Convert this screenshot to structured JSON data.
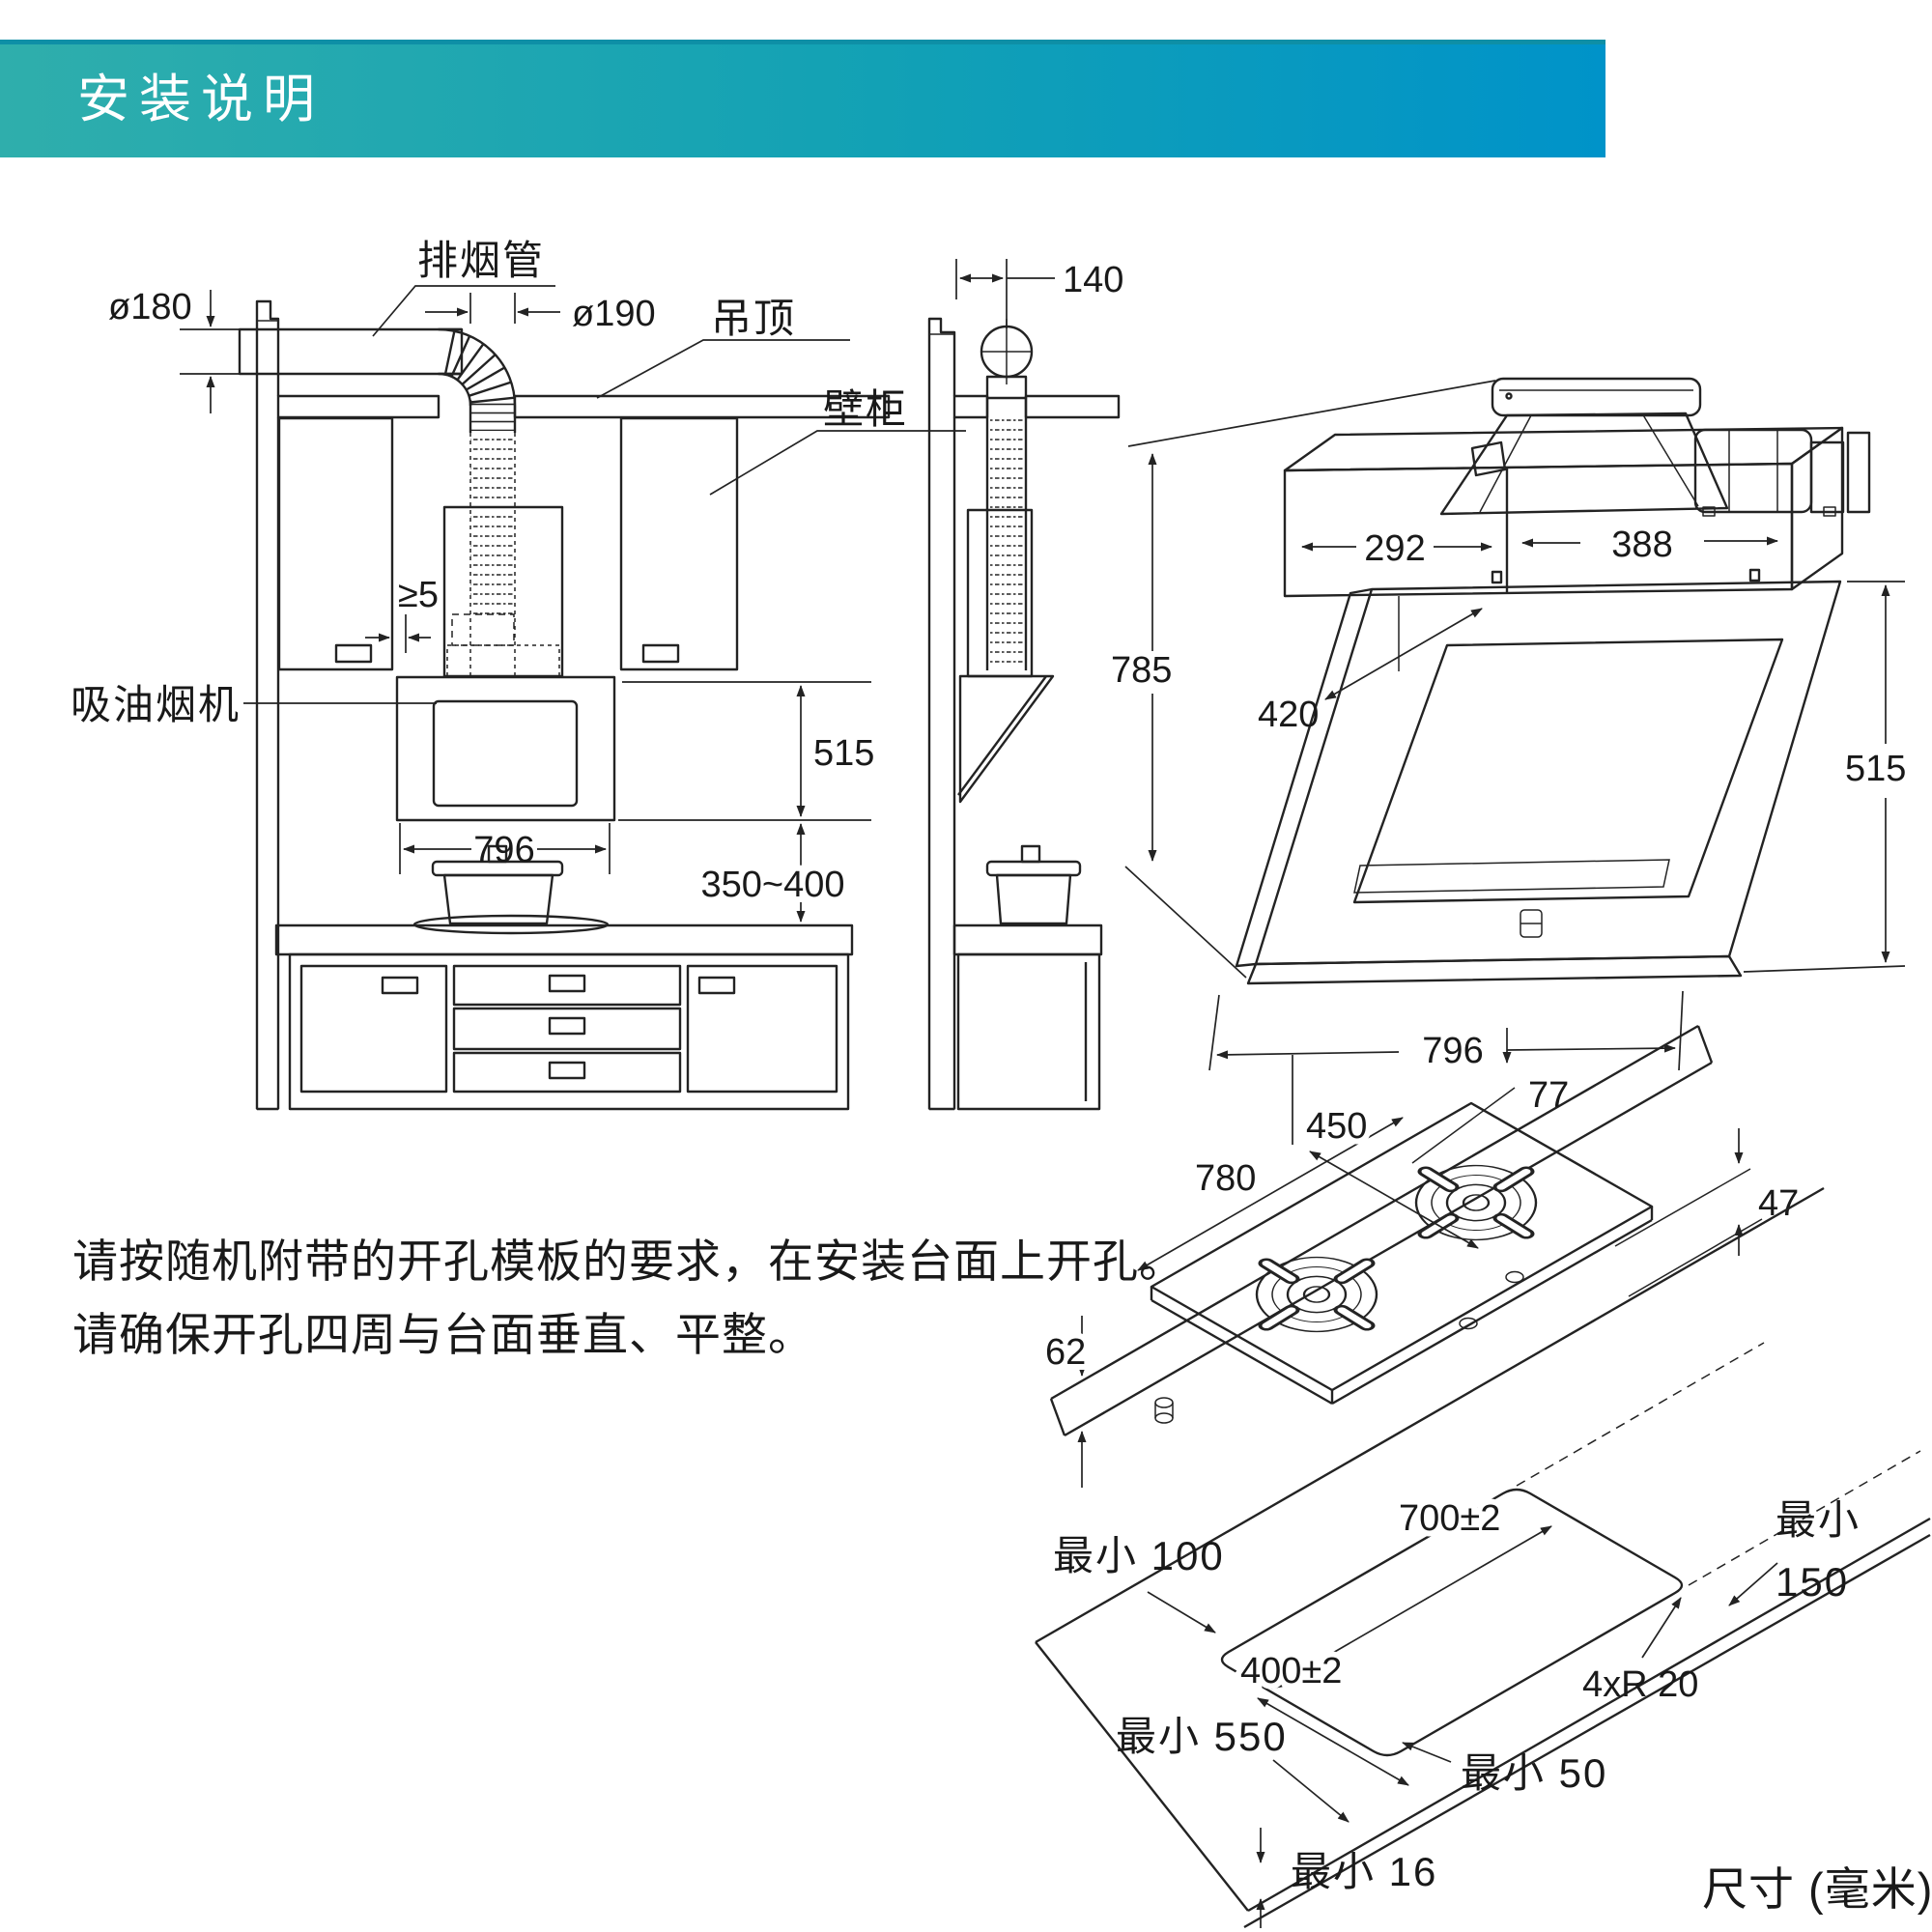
{
  "header": {
    "title": "安装说明"
  },
  "front_view": {
    "exhaust_pipe_label": "排烟管",
    "ceiling_label": "吊顶",
    "wall_cabinet_label": "壁柜",
    "range_hood_label": "吸油烟机",
    "dim_duct_horizontal": "ø180",
    "dim_duct_vertical": "ø190",
    "dim_gap": "≥5",
    "dim_hood_height": "515",
    "dim_hood_width": "796",
    "dim_hood_to_hob": "350~400"
  },
  "side_view": {
    "dim_wall_to_duct_center": "140"
  },
  "hood_3d": {
    "dim_left_section": "292",
    "dim_right_section": "388",
    "dim_top_depth": "420",
    "dim_total_height": "785",
    "dim_panel_height": "515",
    "dim_width": "796"
  },
  "hob_3d": {
    "dim_length": "780",
    "dim_width": "450",
    "dim_burner_height": "77",
    "dim_body_height": "47",
    "dim_below_counter": "62"
  },
  "cutout": {
    "dim_back_margin": "最小 100",
    "dim_length": "700±2",
    "dim_right_margin_line1": "最小",
    "dim_right_margin_line2": "150",
    "dim_width": "400±2",
    "dim_corner_radius": "4xR 20",
    "dim_front_margin": "最小 550",
    "dim_side_margin": "最小 50",
    "dim_min_thickness": "最小 16"
  },
  "notes": {
    "line1": "请按随机附带的开孔模板的要求，在安装台面上开孔。",
    "line2": "请确保开孔四周与台面垂直、平整。"
  },
  "footer": {
    "units": "尺寸 (毫米)"
  }
}
